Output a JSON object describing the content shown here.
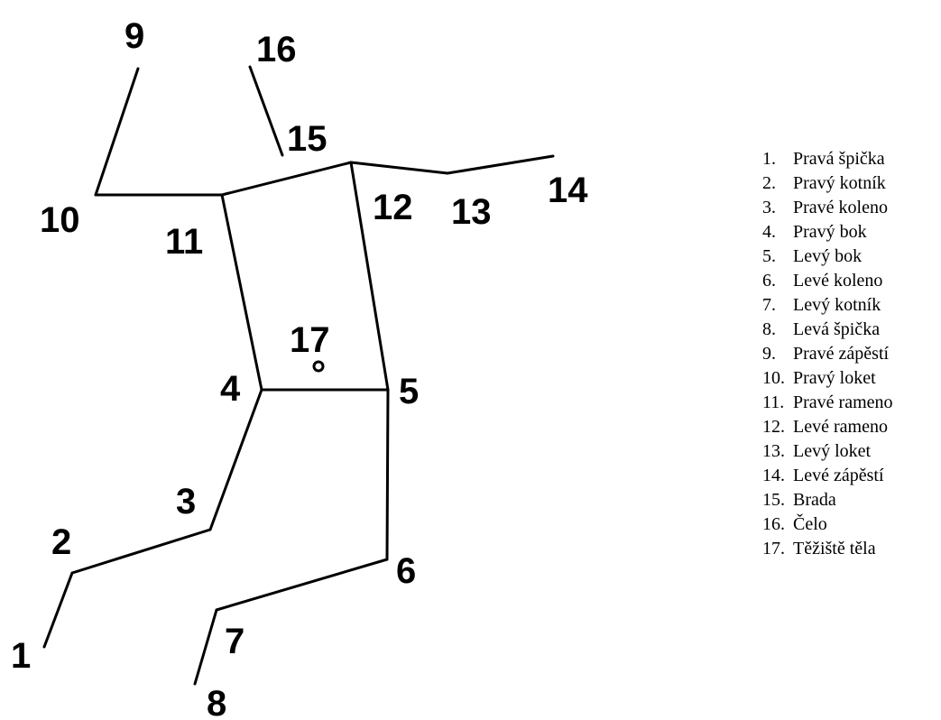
{
  "diagram": {
    "points": [
      {
        "id": "1",
        "name": "Pravá špička"
      },
      {
        "id": "2",
        "name": "Pravý kotník"
      },
      {
        "id": "3",
        "name": "Pravé koleno"
      },
      {
        "id": "4",
        "name": "Pravý bok"
      },
      {
        "id": "5",
        "name": "Levý bok"
      },
      {
        "id": "6",
        "name": "Levé koleno"
      },
      {
        "id": "7",
        "name": "Levý kotník"
      },
      {
        "id": "8",
        "name": "Levá špička"
      },
      {
        "id": "9",
        "name": "Pravé zápěstí"
      },
      {
        "id": "10",
        "name": "Pravý loket"
      },
      {
        "id": "11",
        "name": "Pravé rameno"
      },
      {
        "id": "12",
        "name": "Levé rameno"
      },
      {
        "id": "13",
        "name": "Levý loket"
      },
      {
        "id": "14",
        "name": "Levé zápěstí"
      },
      {
        "id": "15",
        "name": "Brada"
      },
      {
        "id": "16",
        "name": "Čelo"
      },
      {
        "id": "17",
        "name": "Těžiště těla"
      }
    ]
  },
  "legend": [
    {
      "num": "1.",
      "text": "Pravá špička"
    },
    {
      "num": "2.",
      "text": "Pravý kotník"
    },
    {
      "num": "3.",
      "text": "Pravé koleno"
    },
    {
      "num": "4.",
      "text": "Pravý bok"
    },
    {
      "num": "5.",
      "text": "Levý bok"
    },
    {
      "num": "6.",
      "text": "Levé koleno"
    },
    {
      "num": "7.",
      "text": "Levý kotník"
    },
    {
      "num": "8.",
      "text": "Levá špička"
    },
    {
      "num": "9.",
      "text": "Pravé zápěstí"
    },
    {
      "num": "10.",
      "text": "Pravý loket"
    },
    {
      "num": "11.",
      "text": "Pravé rameno"
    },
    {
      "num": "12.",
      "text": "Levé rameno"
    },
    {
      "num": "13.",
      "text": "Levý loket"
    },
    {
      "num": "14.",
      "text": "Levé zápěstí"
    },
    {
      "num": "15.",
      "text": "Brada"
    },
    {
      "num": "16.",
      "text": "Čelo"
    },
    {
      "num": "17.",
      "text": "Těžiště těla"
    }
  ]
}
